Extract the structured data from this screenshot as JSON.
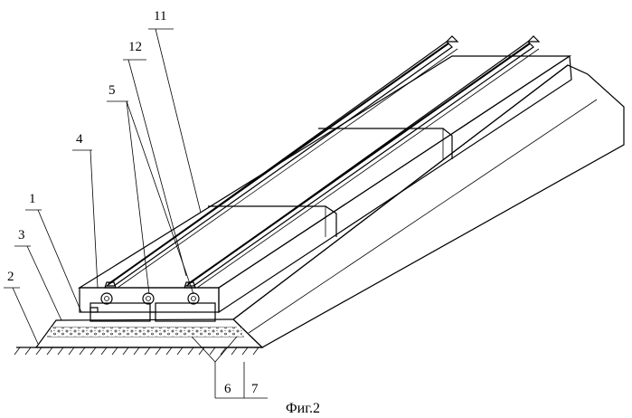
{
  "figure": {
    "caption": "Фиг.2",
    "labels": {
      "l1": "1",
      "l2": "2",
      "l3": "3",
      "l4": "4",
      "l5": "5",
      "l6": "6",
      "l7": "7",
      "l11": "11",
      "l12": "12"
    }
  }
}
